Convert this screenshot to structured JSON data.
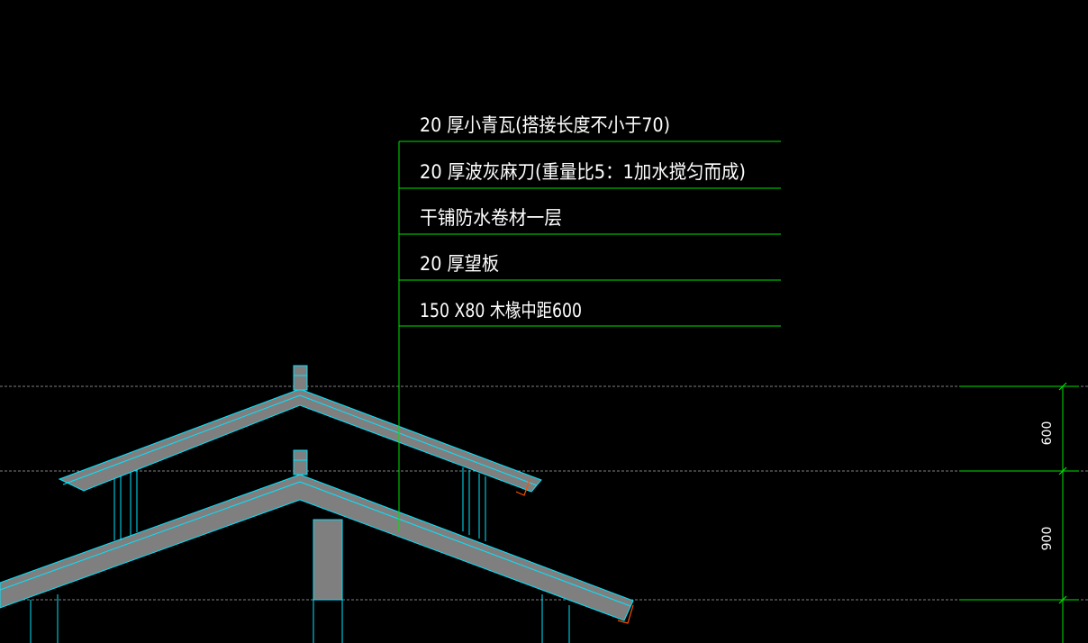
{
  "colors": {
    "background": "#000000",
    "leader_line": "#00e000",
    "outline": "#00e5ff",
    "roof_fill": "#7f7f7f",
    "text": "#ffffff",
    "gutter": "#ff5000",
    "reference_line": "#808080"
  },
  "layer_notes": [
    "20 厚小青瓦(搭接长度不小于70)",
    "20 厚波灰麻刀(重量比5：1加水搅匀而成)",
    "干铺防水卷材一层",
    "20 厚望板",
    "150 X80 木椽中距600"
  ],
  "dimensions": [
    {
      "label": "600"
    },
    {
      "label": "900"
    }
  ]
}
